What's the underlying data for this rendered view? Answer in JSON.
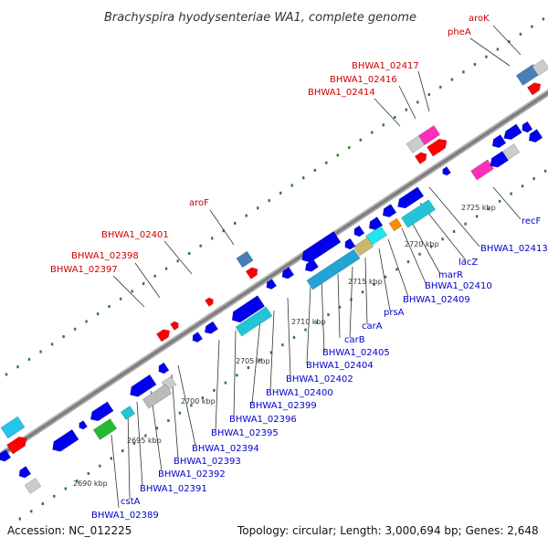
{
  "header": {
    "title": "Brachyspira hyodysenteriae WA1, complete genome"
  },
  "footer": {
    "accession": "Accession: NC_012225",
    "summary": "Topology: circular; Length: 3,000,694 bp; Genes: 2,648"
  },
  "colors": {
    "forward_gene_label": "#cc0000",
    "reverse_gene_label": "#0000cc",
    "forward_cds": "#ff0000",
    "reverse_cds": "#0000ee",
    "backbone": "#888888",
    "tick_dots": "#2e7d32"
  },
  "ruler": {
    "unit": "kbp",
    "ticks": [
      "2690 kbp",
      "2695 kbp",
      "2700 kbp",
      "2705 kbp",
      "2710 kbp",
      "2715 kbp",
      "2720 kbp",
      "2725 kbp"
    ]
  },
  "labels_top": [
    "aroK",
    "pheA",
    "BHWA1_02417",
    "BHWA1_02416",
    "BHWA1_02414",
    "aroF",
    "BHWA1_02401",
    "BHWA1_02398",
    "BHWA1_02397"
  ],
  "labels_bottom": [
    "recF",
    "BHWA1_02413",
    "lacZ",
    "marR",
    "BHWA1_02410",
    "BHWA1_02409",
    "prsA",
    "carA",
    "carB",
    "BHWA1_02405",
    "BHWA1_02404",
    "BHWA1_02402",
    "BHWA1_02400",
    "BHWA1_02399",
    "BHWA1_02396",
    "BHWA1_02395",
    "BHWA1_02394",
    "BHWA1_02393",
    "BHWA1_02392",
    "BHWA1_02391",
    "cstA",
    "BHWA1_02389"
  ]
}
